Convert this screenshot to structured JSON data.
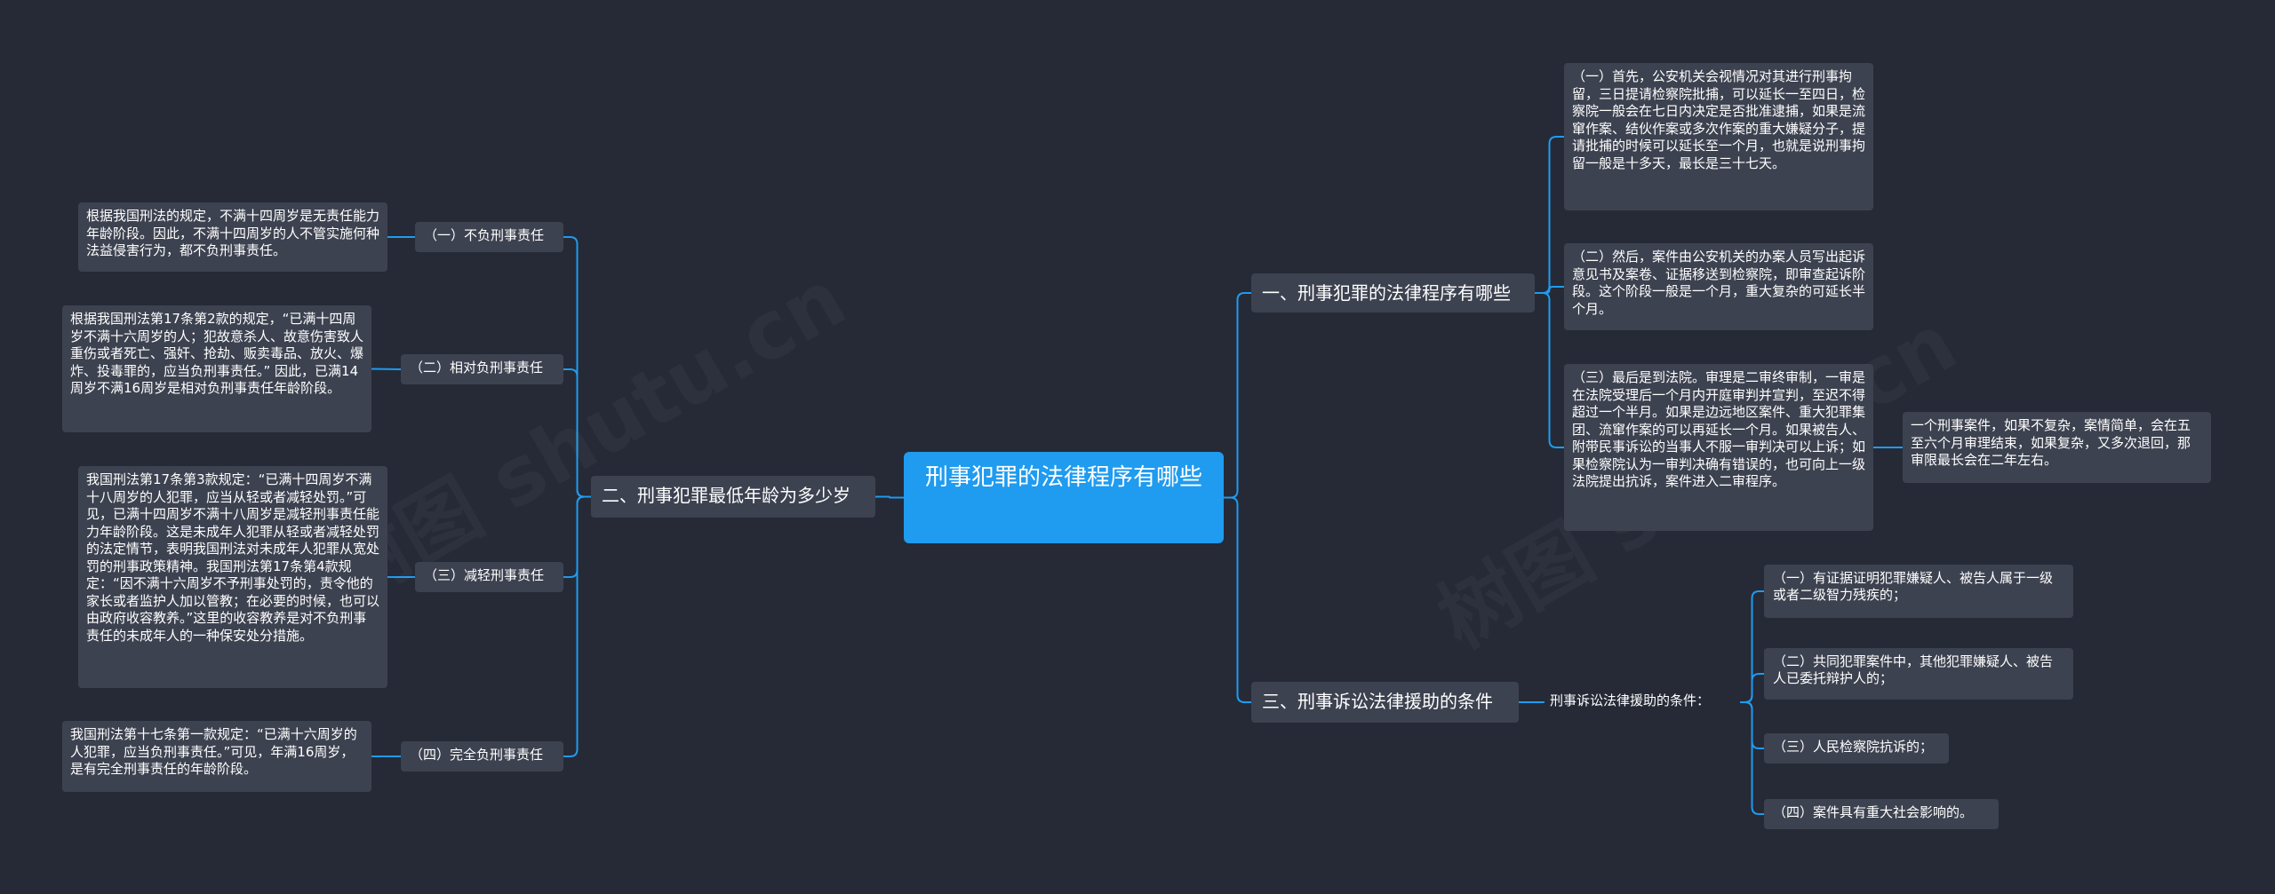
{
  "watermark": {
    "left": "树图 shutu.cn",
    "right": "树图 shutu.cn"
  },
  "root": {
    "label": "刑事犯罪的法律程序有哪些"
  },
  "branches": {
    "b1": {
      "label": "一、刑事犯罪的法律程序有哪些",
      "steps": [
        "（一）首先，公安机关会视情况对其进行刑事拘留，三日提请检察院批捕，可以延长一至四日，检察院一般会在七日内决定是否批准逮捕，如果是流窜作案、结伙作案或多次作案的重大嫌疑分子，提请批捕的时候可以延长至一个月，也就是说刑事拘留一般是十多天，最长是三十七天。",
        "（二）然后，案件由公安机关的办案人员写出起诉意见书及案卷、证据移送到检察院，即审查起诉阶段。这个阶段一般是一个月，重大复杂的可延长半个月。",
        "（三）最后是到法院。审理是二审终审制，一审是在法院受理后一个月内开庭审判并宣判，至迟不得超过一个半月。如果是边远地区案件、重大犯罪集团、流窜作案的可以再延长一个月。如果被告人、附带民事诉讼的当事人不服一审判决可以上诉；如果检察院认为一审判决确有错误的，也可向上一级法院提出抗诉，案件进入二审程序。"
      ],
      "step3_note": "一个刑事案件，如果不复杂，案情简单，会在五至六个月审理结束，如果复杂，又多次退回，那审限最长会在二年左右。"
    },
    "b2": {
      "label": "二、刑事犯罪最低年龄为多少岁",
      "items": [
        {
          "label": "（一）不负刑事责任",
          "note": "根据我国刑法的规定，不满十四周岁是无责任能力年龄阶段。因此，不满十四周岁的人不管实施何种法益侵害行为，都不负刑事责任。"
        },
        {
          "label": "（二）相对负刑事责任",
          "note": "根据我国刑法第17条第2款的规定，“已满十四周岁不满十六周岁的人；犯故意杀人、故意伤害致人重伤或者死亡、强奸、抢劫、贩卖毒品、放火、爆炸、投毒罪的，应当负刑事责任。” 因此，已满14周岁不满16周岁是相对负刑事责任年龄阶段。"
        },
        {
          "label": "（三）减轻刑事责任",
          "note": "我国刑法第17条第3款规定：“已满十四周岁不满十八周岁的人犯罪，应当从轻或者减轻处罚。”可见，已满十四周岁不满十八周岁是减轻刑事责任能力年龄阶段。这是未成年人犯罪从轻或者减轻处罚的法定情节，表明我国刑法对未成年人犯罪从宽处罚的刑事政策精神。我国刑法第17条第4款规定：“因不满十六周岁不予刑事处罚的，责令他的家长或者监护人加以管教；在必要的时候，也可以由政府收容教养。”这里的收容教养是对不负刑事责任的未成年人的一种保安处分措施。"
        },
        {
          "label": "（四）完全负刑事责任",
          "note": "我国刑法第十七条第一款规定：“已满十六周岁的人犯罪，应当负刑事责任。”可见，年满16周岁，是有完全刑事责任的年龄阶段。"
        }
      ]
    },
    "b3": {
      "label": "三、刑事诉讼法律援助的条件",
      "sub": "刑事诉讼法律援助的条件：",
      "conditions": [
        "（一）有证据证明犯罪嫌疑人、被告人属于一级或者二级智力残疾的；",
        "（二）共同犯罪案件中，其他犯罪嫌疑人、被告人已委托辩护人的；",
        "（三）人民检察院抗诉的；",
        "（四）案件具有重大社会影响的。"
      ]
    }
  },
  "colors": {
    "background": "#252a36",
    "node": "#3d4250",
    "root": "#1f9bef",
    "link": "#1f9bef"
  }
}
